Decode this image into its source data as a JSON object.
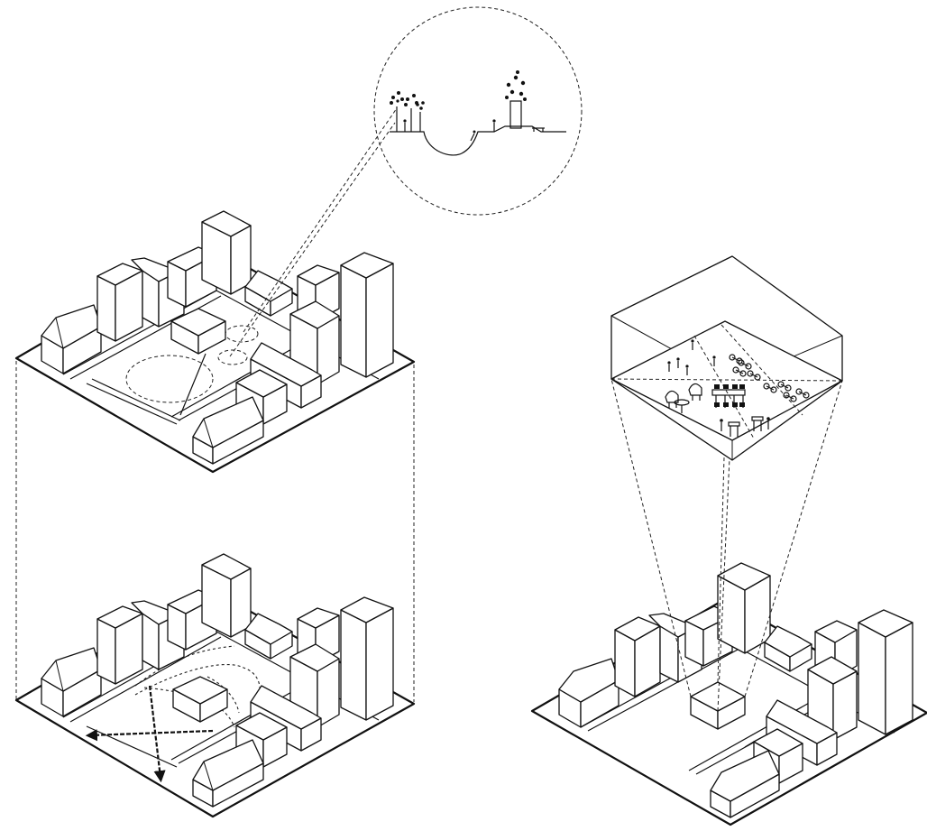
{
  "diagram": {
    "panels": [
      {
        "id": "top-left",
        "subject": "green-space"
      },
      {
        "id": "bottom-left",
        "subject": "paths"
      },
      {
        "id": "right",
        "subject": "interior-program"
      }
    ],
    "icons": [
      "tree-icon",
      "person-icon",
      "bicycle-icon",
      "table-icon",
      "chair-icon"
    ],
    "colors": {
      "ink": "#111111",
      "background": "#ffffff"
    }
  }
}
